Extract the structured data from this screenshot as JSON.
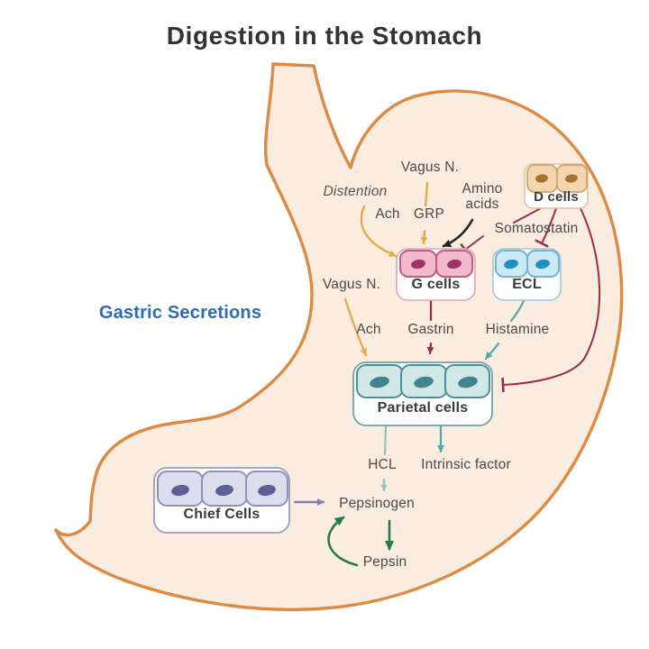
{
  "title": "Digestion in the Stomach",
  "section_label": "Gastric Secretions",
  "labels": {
    "vagus1": "Vagus N.",
    "distention": "Distention",
    "amino_acids": "Amino acids",
    "ach1": "Ach",
    "grp": "GRP",
    "somatostatin": "Somatostatin",
    "vagus2": "Vagus N.",
    "ach2": "Ach",
    "gastrin": "Gastrin",
    "histamine": "Histamine",
    "hcl": "HCL",
    "intrinsic_factor": "Intrinsic factor",
    "pepsinogen": "Pepsinogen",
    "pepsin": "Pepsin"
  },
  "nodes": {
    "d_cells": {
      "label": "D cells",
      "cell_count": 2
    },
    "g_cells": {
      "label": "G cells",
      "cell_count": 2
    },
    "ecl": {
      "label": "ECL",
      "cell_count": 2
    },
    "parietal": {
      "label": "Parietal cells",
      "cell_count": 3
    },
    "chief": {
      "label": "Chief Cells",
      "cell_count": 3
    }
  },
  "pathways": [
    {
      "from": "Vagus N.",
      "via": "GRP",
      "to": "G cells",
      "type": "stimulates"
    },
    {
      "from": "Distention",
      "via": "Ach",
      "to": "G cells",
      "type": "stimulates"
    },
    {
      "from": "Amino acids",
      "to": "G cells",
      "type": "stimulates"
    },
    {
      "from": "D cells",
      "via": "Somatostatin",
      "to": "G cells",
      "type": "inhibits"
    },
    {
      "from": "D cells",
      "via": "Somatostatin",
      "to": "ECL",
      "type": "inhibits"
    },
    {
      "from": "D cells",
      "via": "Somatostatin",
      "to": "Parietal cells",
      "type": "inhibits"
    },
    {
      "from": "Vagus N.",
      "via": "Ach",
      "to": "Parietal cells",
      "type": "stimulates"
    },
    {
      "from": "G cells",
      "via": "Gastrin",
      "to": "Parietal cells",
      "type": "stimulates"
    },
    {
      "from": "ECL",
      "via": "Histamine",
      "to": "Parietal cells",
      "type": "stimulates"
    },
    {
      "from": "Parietal cells",
      "to": "HCL",
      "type": "secretes"
    },
    {
      "from": "Parietal cells",
      "to": "Intrinsic factor",
      "type": "secretes"
    },
    {
      "from": "Chief Cells",
      "to": "Pepsinogen",
      "type": "secretes"
    },
    {
      "from": "HCL",
      "to": "Pepsinogen",
      "type": "activates"
    },
    {
      "from": "Pepsinogen",
      "to": "Pepsin",
      "type": "converts"
    },
    {
      "from": "Pepsin",
      "to": "Pepsinogen",
      "type": "autocatalysis"
    }
  ],
  "colors": {
    "title_text": "#333333",
    "label_text": "#4a4a4a",
    "accent_blue": "#2e6cb3",
    "stomach_fill": "#faecdf",
    "stomach_outline": "#dd8a44",
    "yellow": "#dfae49",
    "black": "#222222",
    "maroon": "#9b2c4e",
    "teal": "#52a7ad",
    "teal_light": "#8fc3c3",
    "green": "#257a4c",
    "purple": "#7d81b0",
    "d_fill": "#f3d5ae",
    "d_border": "#cfa473",
    "d_nucleus": "#a9712e",
    "g_fill": "#f3bacd",
    "g_border": "#c25a82",
    "g_nucleus": "#a23366",
    "ecl_fill": "#cde9f4",
    "ecl_border": "#79b3cb",
    "ecl_nucleus": "#1f8fc0",
    "parietal_fill": "#d0e8e7",
    "parietal_border": "#4f8d93",
    "parietal_nucleus": "#41848d",
    "chief_fill": "#dcdeee",
    "chief_border": "#8d91bb",
    "chief_nucleus": "#5c6098"
  }
}
